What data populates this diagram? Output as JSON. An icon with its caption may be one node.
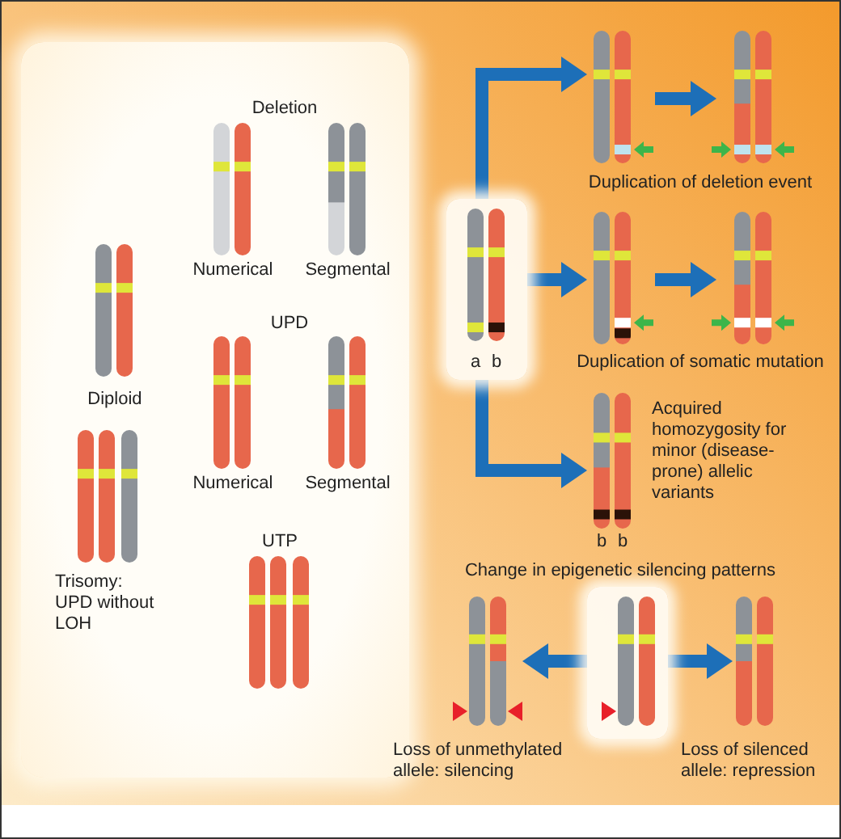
{
  "diagram": {
    "nodes": [
      {
        "text": [],
        "shape": "box"
      },
      {
        "text": [
          "Diploid"
        ],
        "in": 0
      },
      {
        "text": [
          "Numerical"
        ],
        "in": 0
      },
      {
        "text": [
          "Segmental"
        ],
        "in": 0
      },
      {
        "text": [
          "Numerical"
        ],
        "in": 0
      },
      {
        "text": [
          "Segmental"
        ],
        "in": 0
      },
      {
        "text": [
          "Trisomy: UPD without LOH"
        ],
        "in": 0
      },
      {
        "text": [],
        "shape": "picture",
        "in": 0
      },
      {
        "text": [
          "a",
          "b"
        ]
      },
      {
        "text": [],
        "shape": "picture"
      },
      {
        "text": [],
        "shape": "picture"
      },
      {
        "text": [],
        "shape": "picture"
      },
      {
        "text": [],
        "shape": "picture"
      },
      {
        "text": [
          "b",
          "b"
        ],
        "beside": [
          "Acquired homozygosity for minor (disease-prone) allelic variants"
        ]
      },
      {
        "text": [],
        "shape": "picture"
      },
      {
        "text": [],
        "shape": "picture",
        "beside": [
          "Loss of unmethylated allele: silencing"
        ]
      },
      {
        "text": [],
        "shape": "picture",
        "beside": [
          "Loss of silenced allele: repression"
        ]
      }
    ],
    "edges": [
      {
        "from": 8,
        "to": 9,
        "arrow": "to"
      },
      {
        "from": 9,
        "to": 10,
        "arrow": "to"
      },
      {
        "from": 8,
        "to": 11,
        "arrow": "to"
      },
      {
        "from": 11,
        "to": 12,
        "arrow": "to"
      },
      {
        "from": 8,
        "to": 13,
        "arrow": "to"
      },
      {
        "from": 14,
        "to": 15,
        "arrow": "to"
      },
      {
        "from": 14,
        "to": 16,
        "arrow": "to"
      }
    ],
    "labels": [
      "Deletion",
      "UPD",
      "UTP",
      "Duplication of deletion event",
      "Duplication of somatic mutation",
      "Change in epigenetic silencing patterns"
    ]
  }
}
